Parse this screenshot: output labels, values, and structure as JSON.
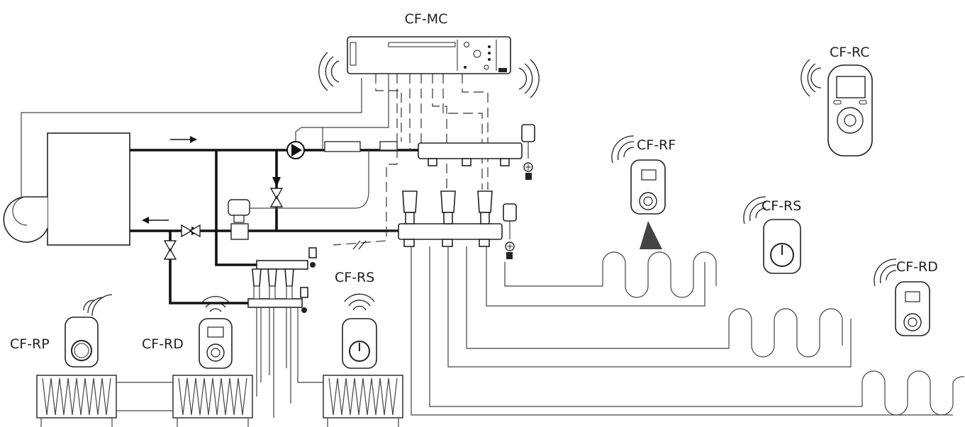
{
  "labels": {
    "mc": "CF-MC",
    "rc": "CF-RC",
    "rf": "CF-RF",
    "rs_right": "CF-RS",
    "rd_right": "CF-RD",
    "rs_left": "CF-RS",
    "rp": "CF-RP",
    "rd_left": "CF-RD"
  },
  "icons": {
    "master_controller": "master-controller-icon",
    "remote_control": "remote-control-icon",
    "thermostat": "thermostat-icon",
    "pump": "pump-icon",
    "boiler": "boiler-icon",
    "manifold": "manifold-icon",
    "radiator": "radiator-icon",
    "floor_loop": "floor-heating-loop-icon",
    "wireless": "wireless-signal-icon"
  }
}
